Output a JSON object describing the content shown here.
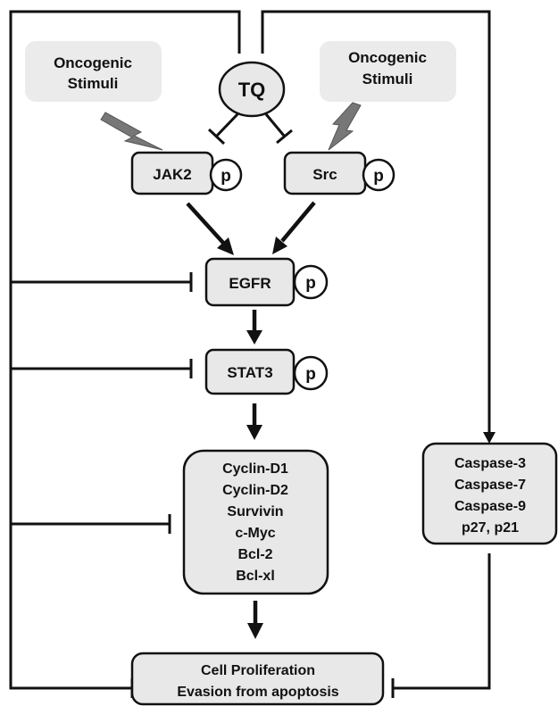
{
  "stimuli": {
    "left": [
      "Oncogenic",
      "Stimuli"
    ],
    "right": [
      "Oncogenic",
      "Stimuli"
    ]
  },
  "tq": "TQ",
  "phospho_label": "p",
  "nodes": {
    "jak2": "JAK2",
    "src": "Src",
    "egfr": "EGFR",
    "stat3": "STAT3"
  },
  "targets": [
    "Cyclin-D1",
    "Cyclin-D2",
    "Survivin",
    "c-Myc",
    "Bcl-2",
    "Bcl-xl"
  ],
  "caspases": [
    "Caspase-3",
    "Caspase-7",
    "Caspase-9",
    "p27, p21"
  ],
  "outcome": [
    "Cell Proliferation",
    "Evasion from apoptosis"
  ],
  "colors": {
    "box_fill": "#e8e8e8",
    "stimuli_fill": "#ebebeb",
    "line": "#111111",
    "lightning": "#777777"
  }
}
